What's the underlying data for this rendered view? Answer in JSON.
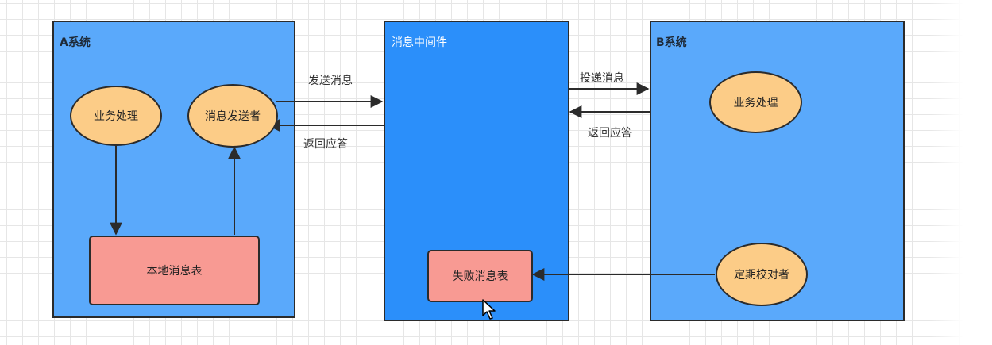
{
  "systems": {
    "a": {
      "title": "A系统"
    },
    "mq": {
      "title": "消息中间件"
    },
    "b": {
      "title": "B系统"
    }
  },
  "nodes": {
    "a_business": "业务处理",
    "a_sender": "消息发送者",
    "a_local_table": "本地消息表",
    "mq_failed_table": "失败消息表",
    "b_business": "业务处理",
    "b_checker": "定期校对者"
  },
  "edges": {
    "send_message": "发送消息",
    "return_ack_a": "返回应答",
    "deliver_message": "投递消息",
    "return_ack_b": "返回应答"
  },
  "colors": {
    "system_fill": "#5aa9fb",
    "middleware_fill": "#2b8ffa",
    "process_fill": "#fccc87",
    "table_fill": "#f89a93",
    "stroke": "#2b2b2b"
  }
}
